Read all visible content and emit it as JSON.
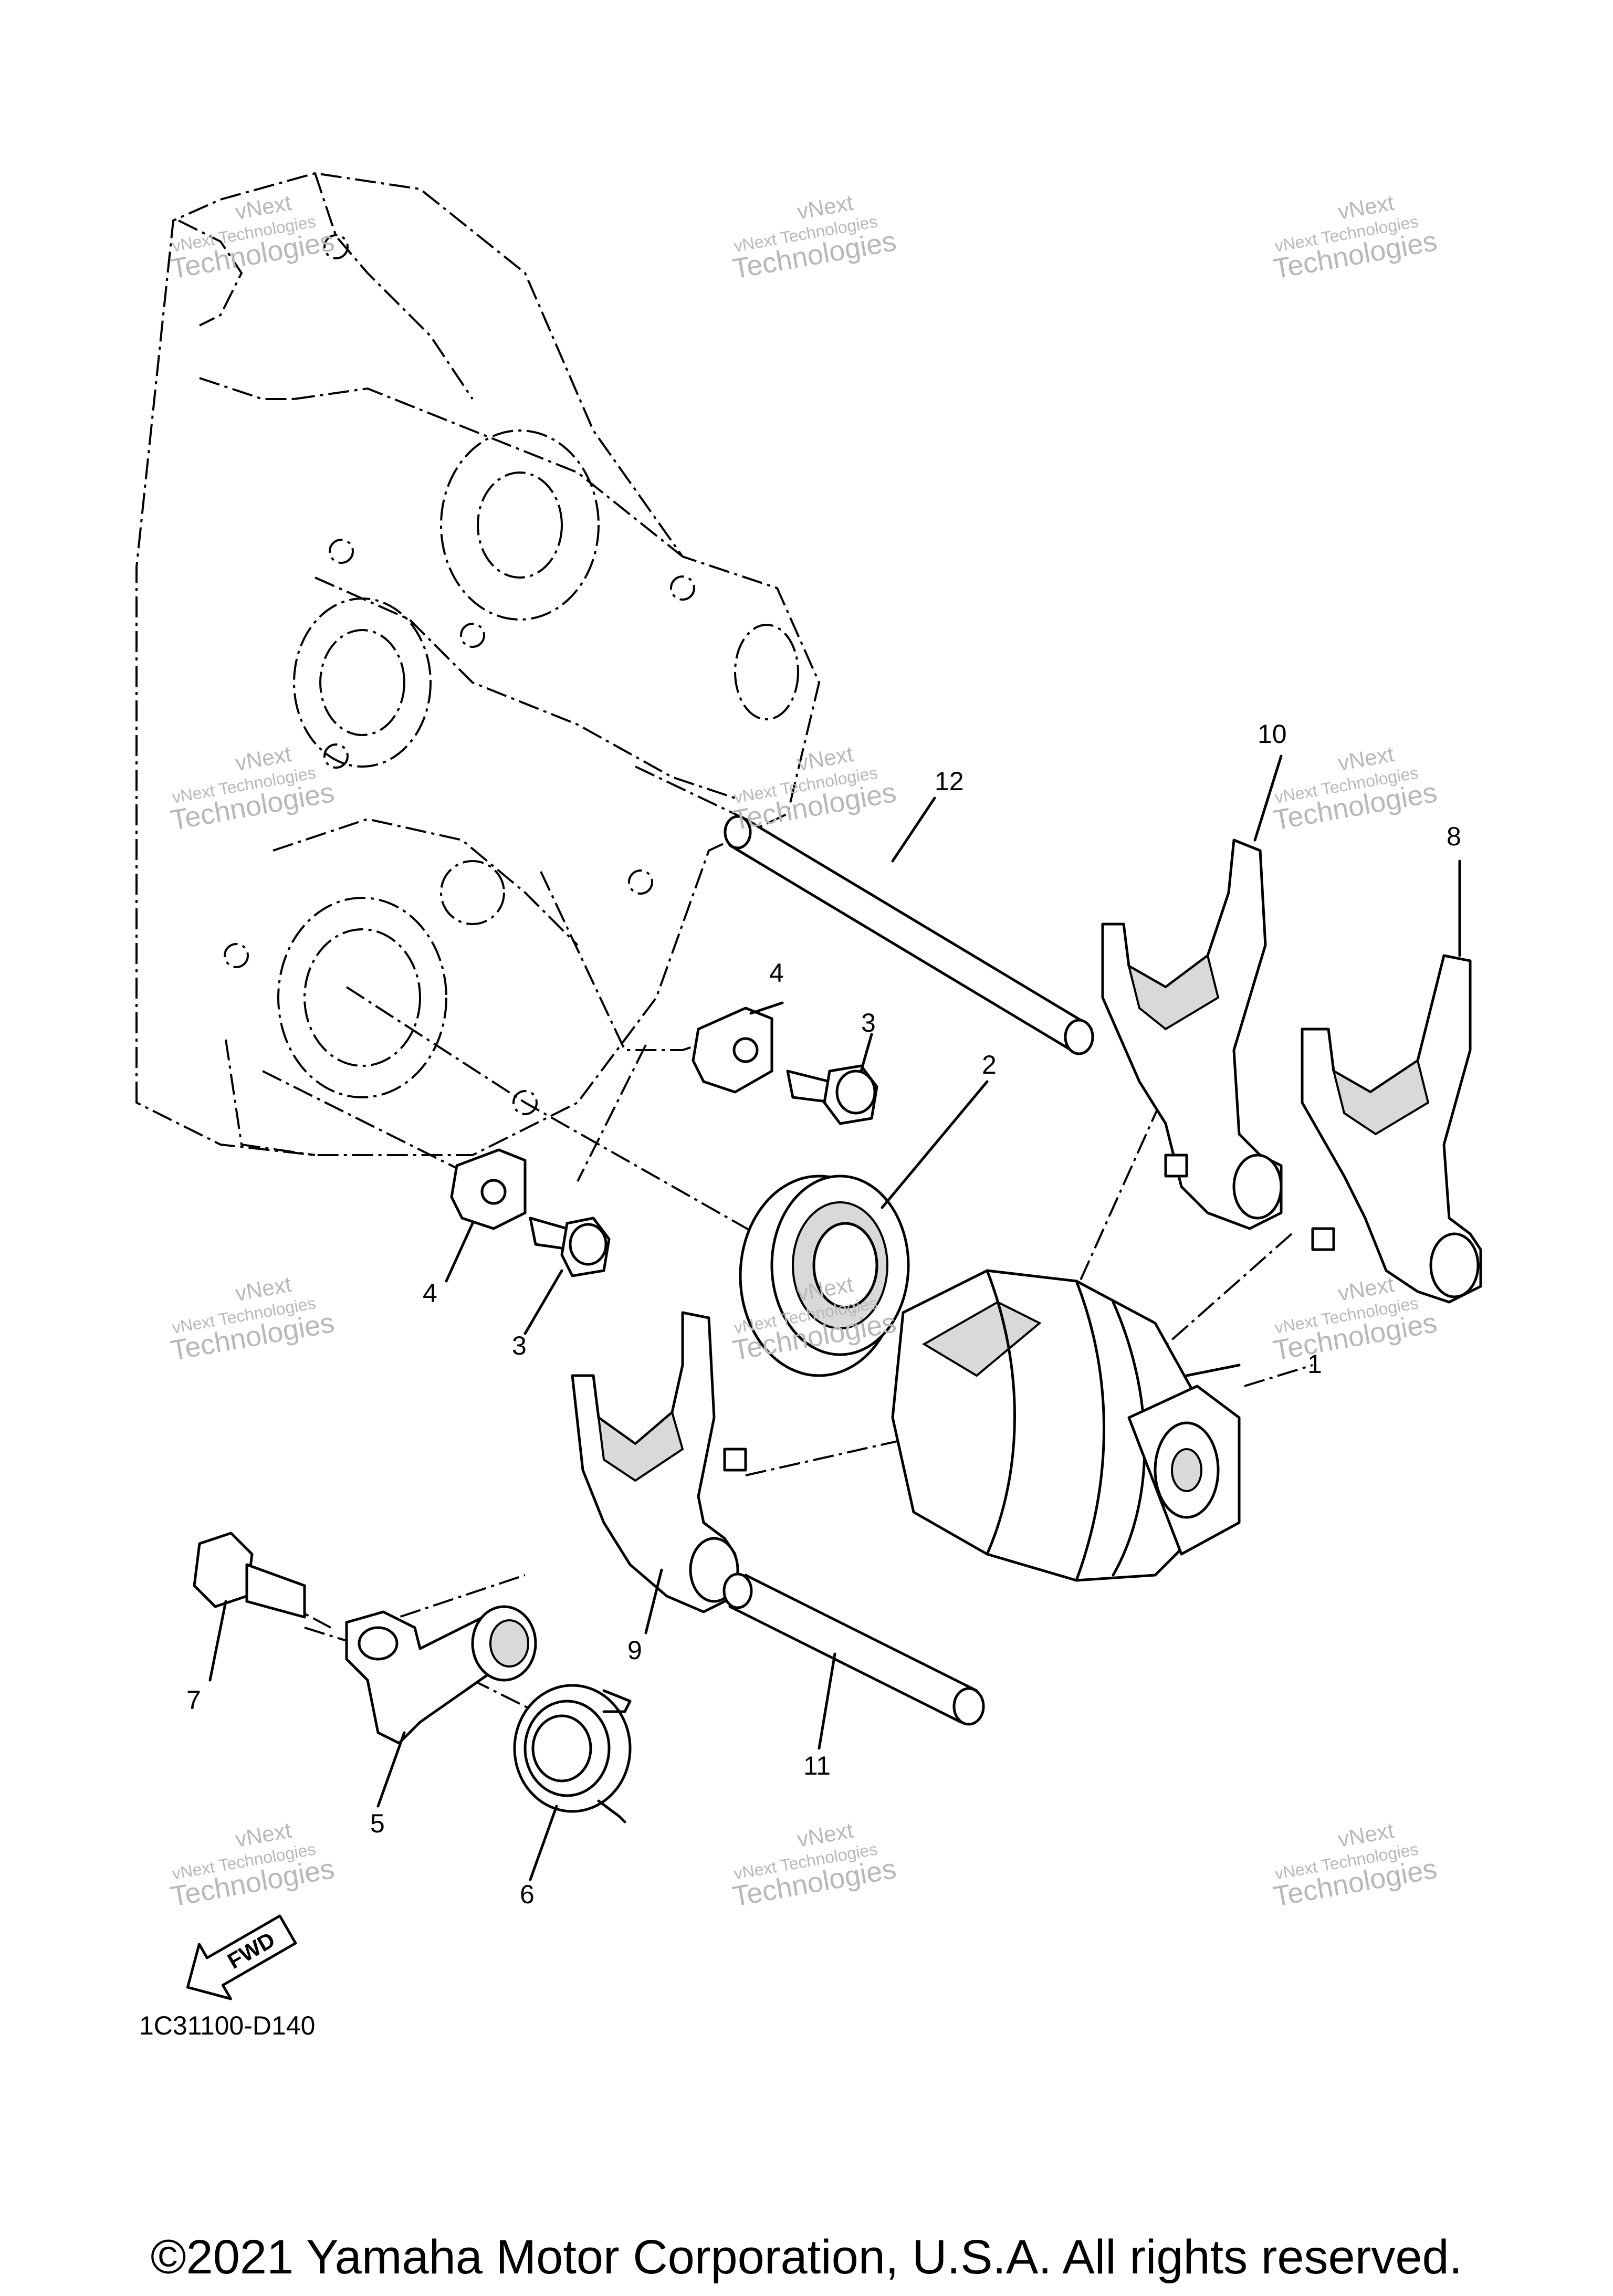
{
  "diagram": {
    "reference_code": "1C31100-D140",
    "fwd_label": "FWD",
    "copyright": "©2021 Yamaha Motor Corporation, U.S.A. All rights reserved.",
    "watermark": {
      "line1": "vNext Technologies",
      "line2": "vNext",
      "line3": "Technologies"
    },
    "callouts": {
      "c1": "1",
      "c2": "2",
      "c3a": "3",
      "c3b": "3",
      "c4a": "4",
      "c4b": "4",
      "c5": "5",
      "c6": "6",
      "c7": "7",
      "c8": "8",
      "c9": "9",
      "c10": "10",
      "c11": "11",
      "c12": "12"
    }
  }
}
